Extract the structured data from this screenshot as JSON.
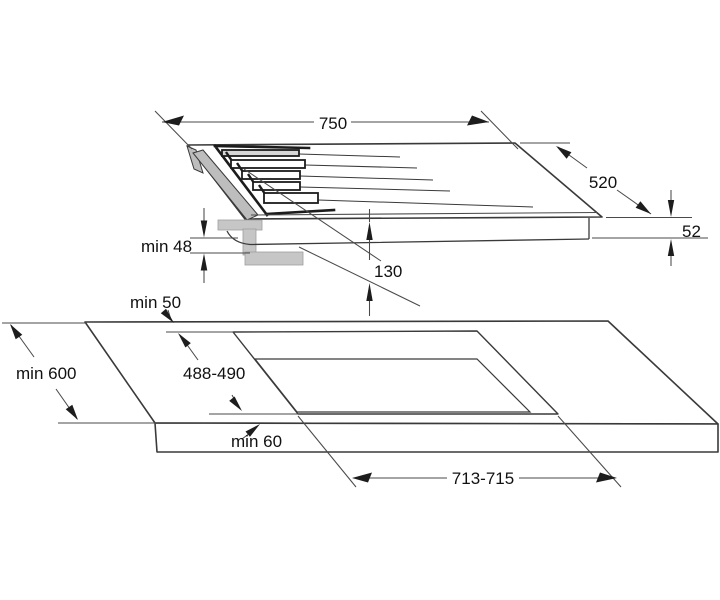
{
  "drawing": {
    "colors": {
      "bg": "#ffffff",
      "line": "#3a3a3a",
      "dim": "#4a4a4a",
      "grate": "#1c1c1c",
      "gray": "#c6c6c6",
      "bar_shaded": "#d6d6d6",
      "text": "#111111"
    },
    "hob": {
      "dim_width": "750",
      "dim_depth": "520",
      "dim_height": "52",
      "dim_clamp_clearance": "min 48",
      "dim_burner_offset": "130"
    },
    "worktop": {
      "dim_rear_clearance": "min 50",
      "dim_depth": "min 600",
      "dim_cutout_depth": "488-490",
      "dim_front_clearance": "min 60",
      "dim_cutout_width": "713-715"
    }
  }
}
